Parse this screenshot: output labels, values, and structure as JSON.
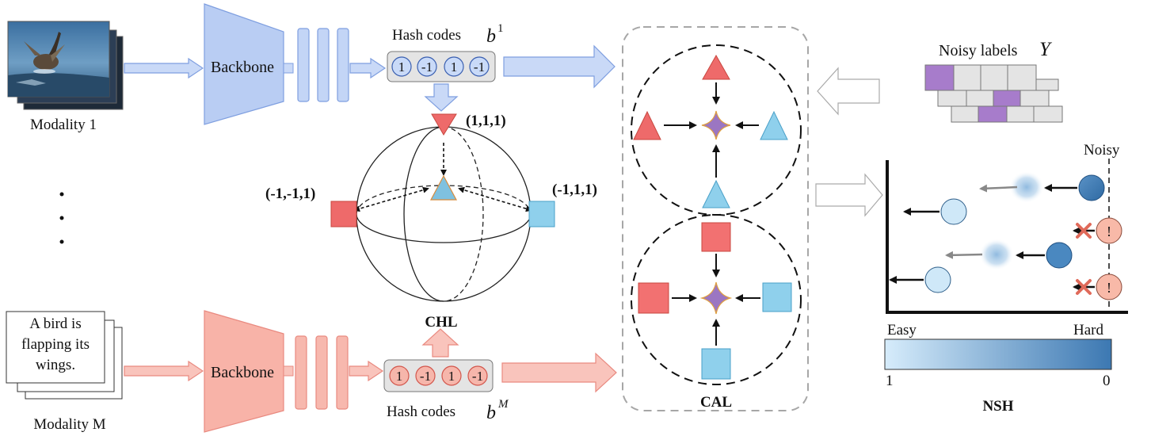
{
  "modality_top": {
    "label": "Modality 1"
  },
  "modality_bottom": {
    "label": "Modality M",
    "text_card": [
      "A bird is",
      "flapping its",
      "wings."
    ]
  },
  "ellipsis": [
    "·",
    "·",
    "·"
  ],
  "backbone_top": {
    "label": "Backbone"
  },
  "backbone_bottom": {
    "label": "Backbone"
  },
  "hash_top": {
    "label": "Hash codes",
    "symbol": "b",
    "superscript": "1",
    "codes": [
      "1",
      "-1",
      "1",
      "-1"
    ]
  },
  "hash_bottom": {
    "label": "Hash codes",
    "symbol": "b",
    "superscript": "M",
    "codes": [
      "1",
      "-1",
      "1",
      "-1"
    ]
  },
  "sphere": {
    "top_label": "(1,1,1)",
    "left_label": "(-1,-1,1)",
    "right_label": "(-1,1,1)",
    "caption": "CHL"
  },
  "cal": {
    "caption": "CAL"
  },
  "noisy_labels": {
    "label": "Noisy labels",
    "symbol": "Y"
  },
  "nsh_plot": {
    "noisy_label": "Noisy",
    "easy_label": "Easy",
    "hard_label": "Hard",
    "scale_min": "1",
    "scale_max": "0",
    "caption": "NSH",
    "marker": "!"
  },
  "colors": {
    "blue_fill": "#bcd0f5",
    "blue_stroke": "#7f9fe0",
    "red_fill": "#f8b8ae",
    "red_stroke": "#e98a80",
    "tri_red": "#ee6a6a",
    "tri_blue": "#8fd0ec",
    "star": "#9b76c2",
    "purple_cell": "#a77ccb",
    "dark_blue": "#3f7bb3"
  }
}
